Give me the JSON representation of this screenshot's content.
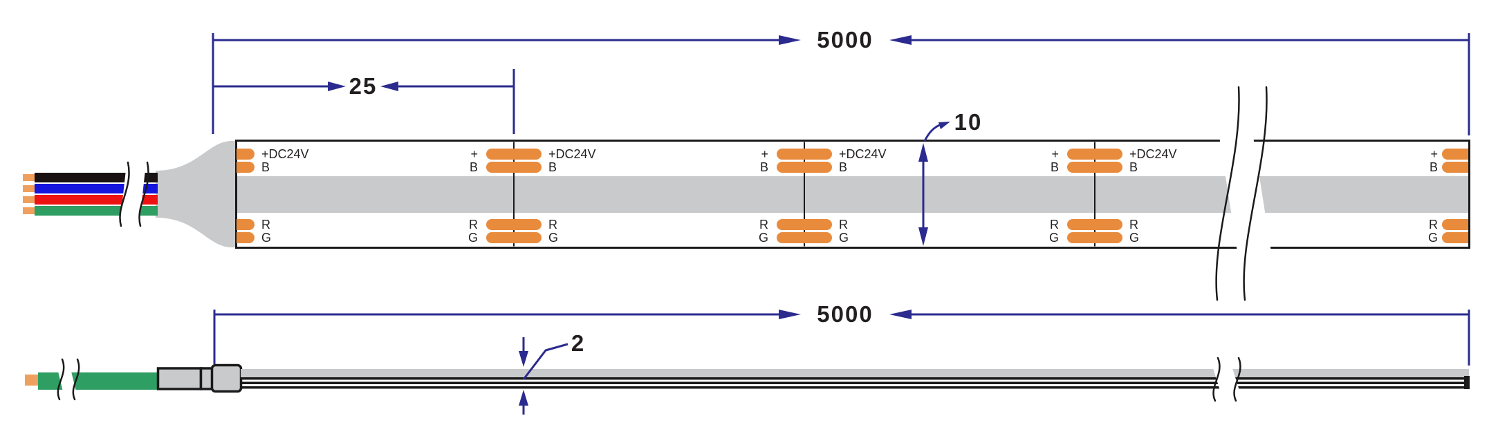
{
  "dimensions": {
    "total_length_top": "5000",
    "cut_interval": "25",
    "strip_width": "10",
    "total_length_bottom": "5000",
    "strip_thickness": "2"
  },
  "pad_labels": {
    "left_end": [
      "+DC24V",
      "B",
      "R",
      "G"
    ],
    "cut_left": [
      "+",
      "B",
      "R",
      "G"
    ],
    "cut_right": [
      "+DC24V",
      "B",
      "R",
      "G"
    ],
    "right_end": [
      "+",
      "B",
      "R",
      "G"
    ]
  },
  "wires": {
    "top_view": [
      "black",
      "blue",
      "red",
      "green"
    ],
    "bottom_view": [
      "green"
    ]
  },
  "colors": {
    "dimension_navy": "#2b2b8f",
    "pad_orange": "#e98b3d",
    "copper_tip": "#efa05e",
    "strip_gray": "#c9cacb",
    "ink": "#1a1a1a",
    "wire_black": "#191112",
    "wire_blue": "#1515dd",
    "wire_red": "#ee1313",
    "wire_green": "#2f9e63"
  }
}
